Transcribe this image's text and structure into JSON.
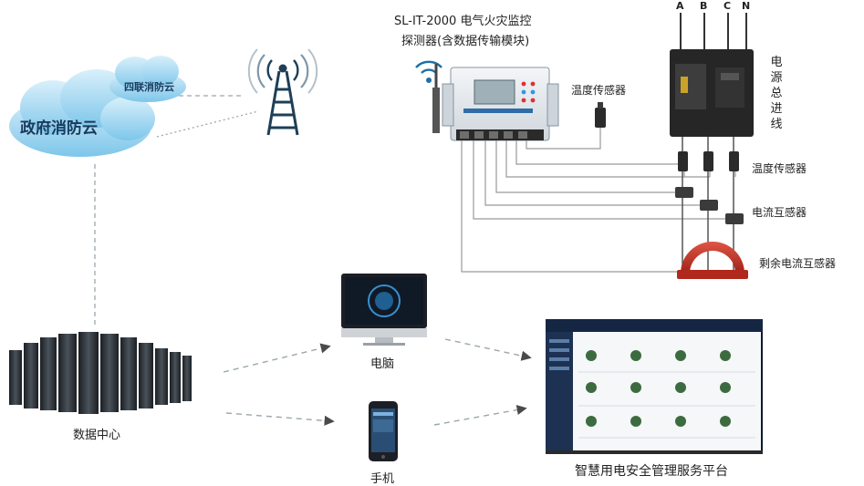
{
  "clouds": {
    "gov": "政府消防云",
    "joint": "四联消防云"
  },
  "device": {
    "title_line1": "SL-IT-2000 电气火灾监控",
    "title_line2": "探测器(含数据传输模块)"
  },
  "sensors": {
    "temp_top": "温度传感器",
    "temp_right": "温度传感器",
    "current": "电流互感器",
    "residual": "剩余电流互感器"
  },
  "power": {
    "label_chars": [
      "电",
      "源",
      "总",
      "进",
      "线"
    ],
    "phases": [
      "A",
      "B",
      "C",
      "N"
    ]
  },
  "endpoints": {
    "datacenter": "数据中心",
    "computer": "电脑",
    "phone": "手机",
    "platform": "智慧用电安全管理服务平台"
  },
  "colors": {
    "cloud": "#9fd3f0",
    "wire": "#9a9a9a",
    "dash": "#9aa7ad",
    "residual_ring": "#c0392b",
    "breaker": "#2b2b2b"
  }
}
